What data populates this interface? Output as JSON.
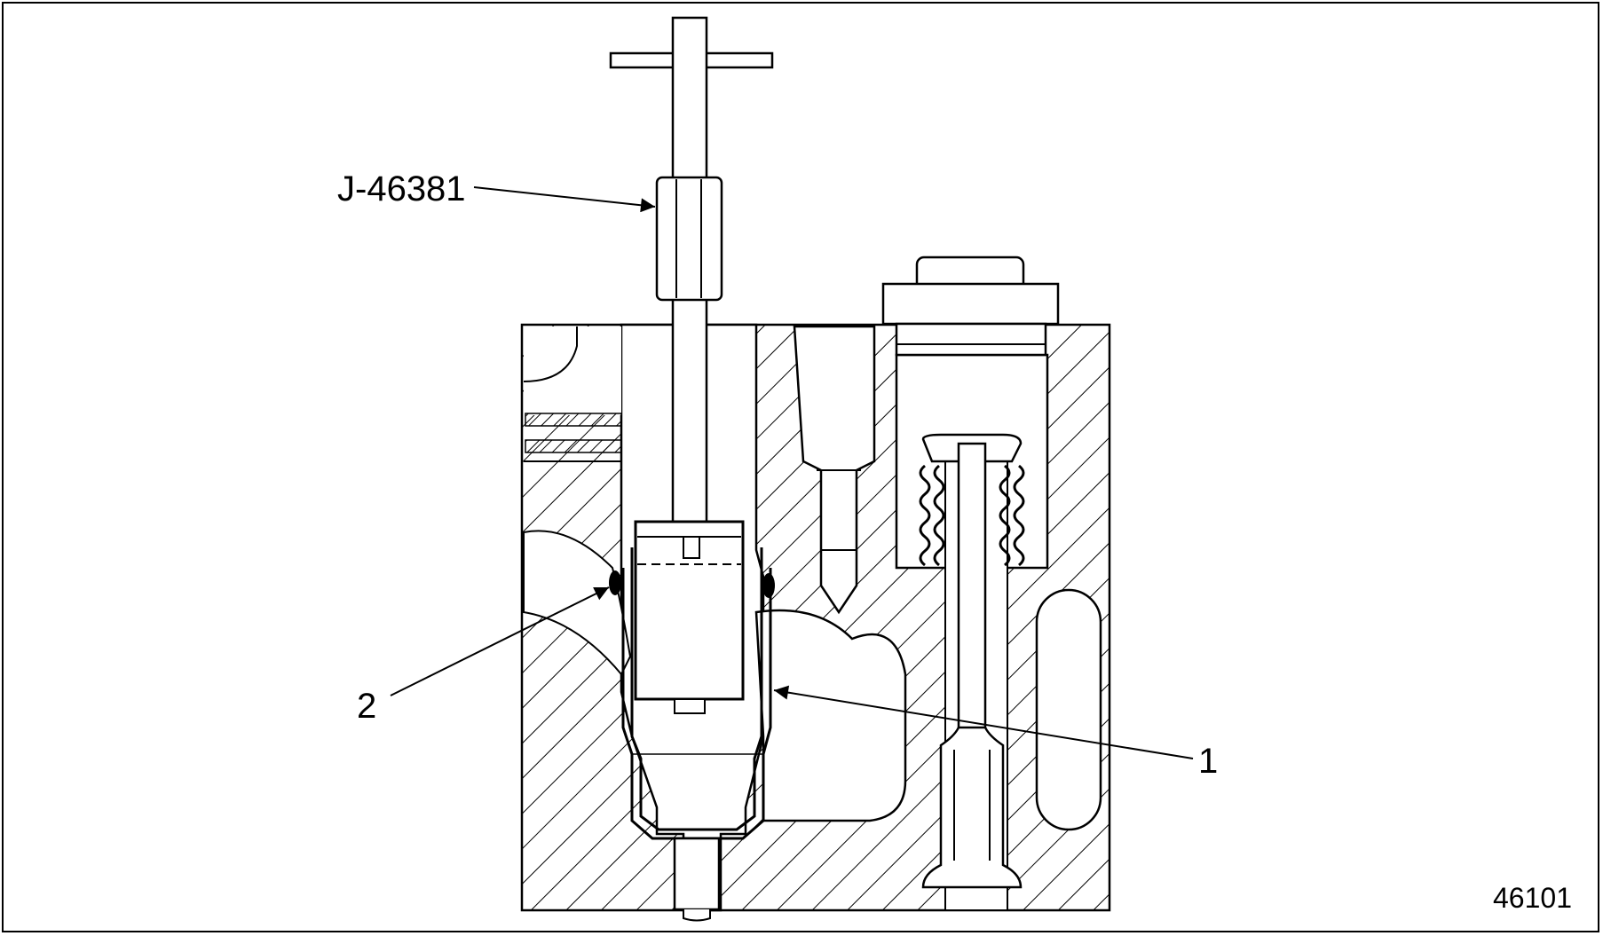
{
  "labels": {
    "tool": "J-46381",
    "item1": "1",
    "item2": "2"
  },
  "figure_number": "46101",
  "colors": {
    "line": "#000000",
    "background": "#ffffff"
  }
}
